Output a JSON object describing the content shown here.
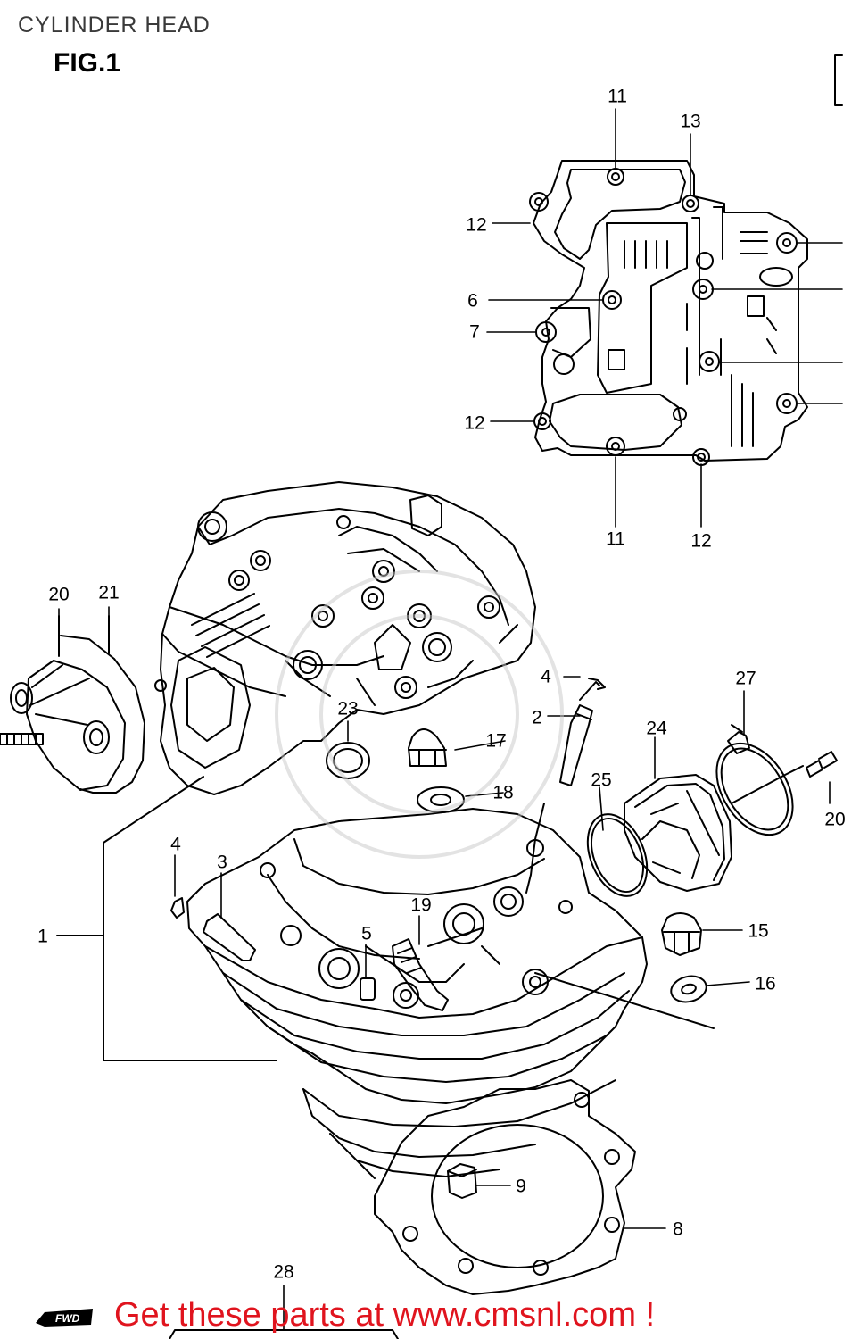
{
  "header": {
    "title": "CYLINDER HEAD",
    "figure": "FIG.1"
  },
  "callouts": {
    "c1": "1",
    "c2": "2",
    "c3": "3",
    "c4a": "4",
    "c4b": "4",
    "c5": "5",
    "c6": "6",
    "c7": "7",
    "c8": "8",
    "c9": "9",
    "c11a": "11",
    "c11b": "11",
    "c12a": "12",
    "c12b": "12",
    "c12c": "12",
    "c13": "13",
    "c15": "15",
    "c16": "16",
    "c17": "17",
    "c18": "18",
    "c19": "19",
    "c20a": "20",
    "c20b": "20",
    "c21": "21",
    "c23": "23",
    "c24": "24",
    "c25": "25",
    "c27": "27",
    "c28": "28"
  },
  "footer": {
    "promo": "Get these parts at www.cmsnl.com !",
    "fwd_mark": "FWD"
  },
  "colors": {
    "line": "#000000",
    "promo": "#e0141e",
    "title": "#3a3a3a"
  }
}
